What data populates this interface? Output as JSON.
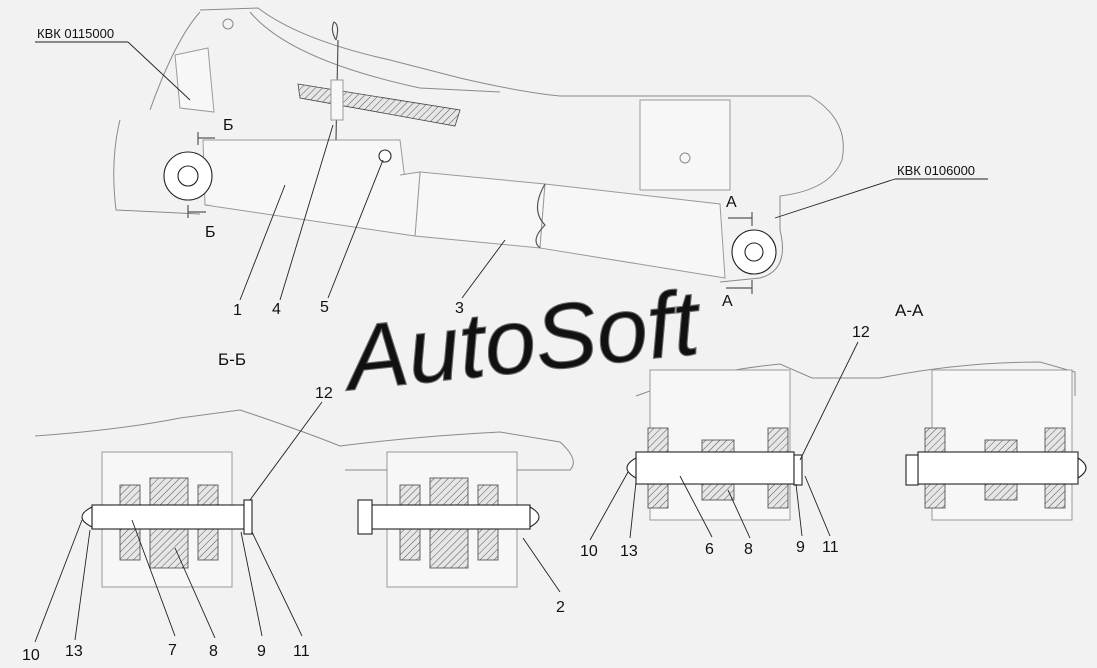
{
  "assembly_refs": {
    "upper_left": "КВК 0115000",
    "right": "КВК 0106000"
  },
  "section_labels": {
    "bb": "Б-Б",
    "aa": "А-А",
    "b_mark": "Б",
    "a_mark": "А"
  },
  "watermark": "AutoSoft",
  "callouts": {
    "main_view": [
      "1",
      "4",
      "5",
      "3"
    ],
    "section_bb": [
      "12",
      "2",
      "10",
      "13",
      "7",
      "8",
      "9",
      "11"
    ],
    "section_aa": [
      "12",
      "10",
      "13",
      "6",
      "8",
      "9",
      "11"
    ]
  },
  "colors": {
    "background": "#f2f2f2",
    "line": "#8a8a8a",
    "hatch": "#555555"
  }
}
